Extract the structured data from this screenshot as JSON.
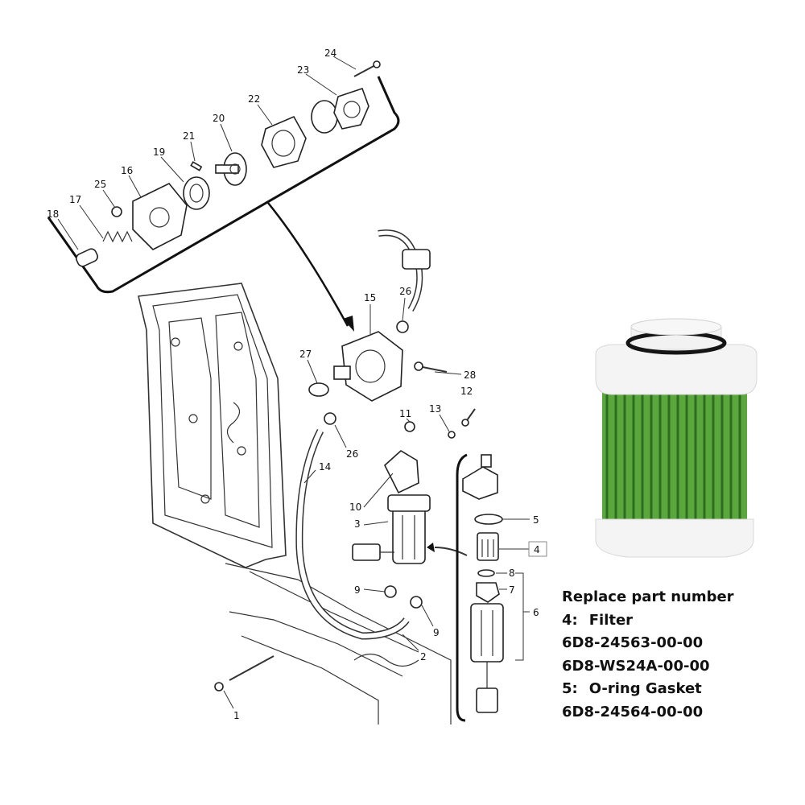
{
  "callouts": {
    "c1": "1",
    "c2": "2",
    "c3": "3",
    "c4": "4",
    "c5": "5",
    "c6": "6",
    "c7": "7",
    "c8": "8",
    "c9a": "9",
    "c9b": "9",
    "c10": "10",
    "c11": "11",
    "c12": "12",
    "c13": "13",
    "c14": "14",
    "c15": "15",
    "c16": "16",
    "c17": "17",
    "c18": "18",
    "c19": "19",
    "c20": "20",
    "c21": "21",
    "c22": "22",
    "c23": "23",
    "c24": "24",
    "c25": "25",
    "c26a": "26",
    "c26b": "26",
    "c27": "27",
    "c28": "28"
  },
  "info": {
    "heading": "Replace part number",
    "filter_label": "4:",
    "filter_name": "Filter",
    "filter_pn1": "6D8-24563-00-00",
    "filter_pn2": "6D8-WS24A-00-00",
    "gasket_label": "5:",
    "gasket_name": "O-ring Gasket",
    "gasket_pn": "6D8-24564-00-00"
  },
  "colors": {
    "filter_green": "#5aa83c",
    "filter_dark_green": "#2f6b22",
    "cap_white": "#f4f4f4",
    "oring_black": "#151515"
  }
}
